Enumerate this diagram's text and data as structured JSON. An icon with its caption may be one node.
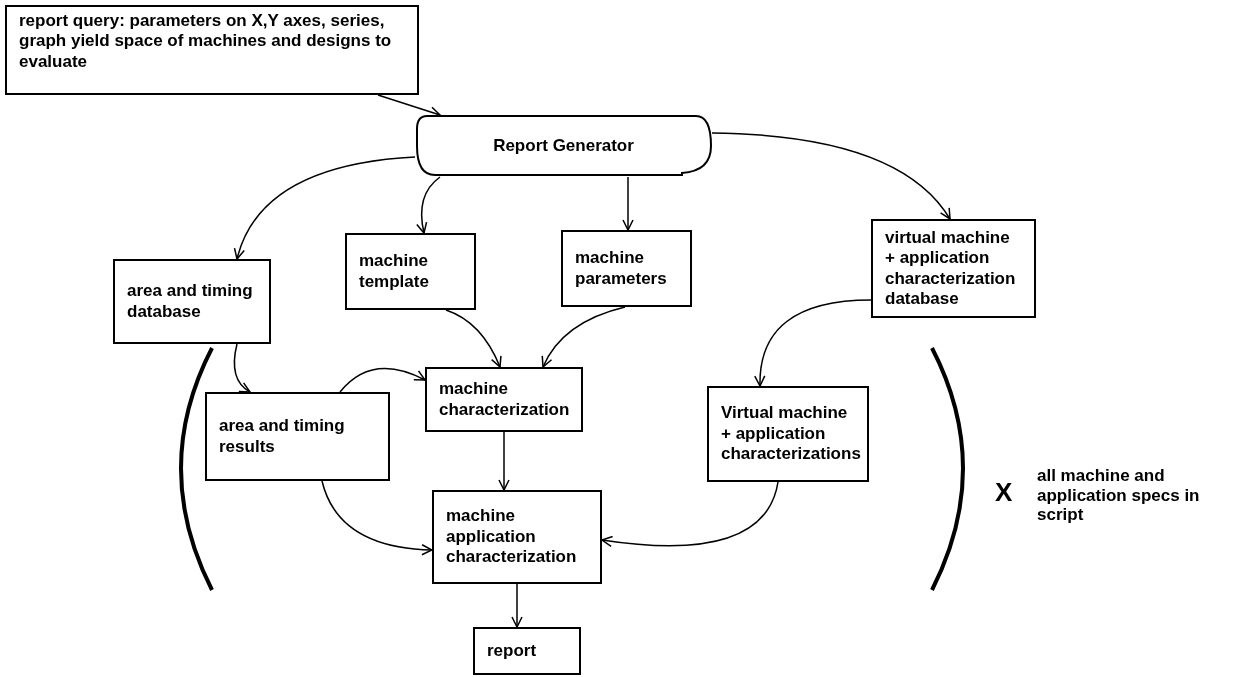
{
  "diagram": {
    "nodes": [
      {
        "text": [
          "report query:  parameters on X,Y axes, series, graph yield space of machines and designs to evaluate"
        ]
      },
      {
        "text": [
          "Report Generator"
        ]
      },
      {
        "text": [
          "area and timing database"
        ]
      },
      {
        "text": [
          "machine template"
        ]
      },
      {
        "text": [
          "machine parameters"
        ]
      },
      {
        "text": [
          "virtual machine + application characterization database"
        ]
      },
      {
        "text": [
          "area and timing results"
        ]
      },
      {
        "text": [
          "machine characterization"
        ]
      },
      {
        "text": [
          "Virtual machine + application characterizations"
        ]
      },
      {
        "text": [
          "machine application characterization"
        ]
      },
      {
        "text": [
          "report"
        ]
      }
    ],
    "edges": [
      {
        "from": 0,
        "to": 1,
        "arrow": "to"
      },
      {
        "from": 1,
        "to": 2,
        "arrow": "to"
      },
      {
        "from": 1,
        "to": 3,
        "arrow": "to"
      },
      {
        "from": 1,
        "to": 4,
        "arrow": "to"
      },
      {
        "from": 1,
        "to": 5,
        "arrow": "to"
      },
      {
        "from": 2,
        "to": 6,
        "arrow": "to"
      },
      {
        "from": 6,
        "to": 7,
        "arrow": "to"
      },
      {
        "from": 3,
        "to": 7,
        "arrow": "to"
      },
      {
        "from": 4,
        "to": 7,
        "arrow": "to"
      },
      {
        "from": 5,
        "to": 8,
        "arrow": "to"
      },
      {
        "from": 7,
        "to": 9,
        "arrow": "to"
      },
      {
        "from": 6,
        "to": 9,
        "arrow": "to"
      },
      {
        "from": 8,
        "to": 9,
        "arrow": "to"
      },
      {
        "from": 9,
        "to": 10,
        "arrow": "to"
      }
    ],
    "labels": [
      "X",
      "all machine and application specs in script"
    ]
  }
}
